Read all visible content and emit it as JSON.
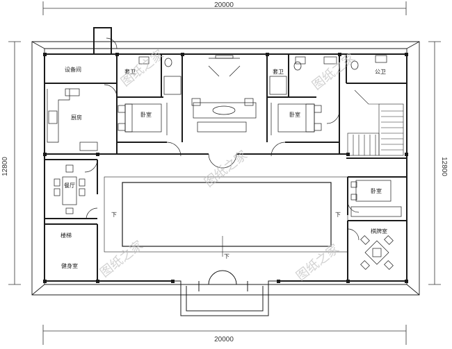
{
  "dimensions": {
    "top_width": "20000",
    "bottom_width": "20000",
    "left_depth": "12800",
    "right_depth": "12800"
  },
  "rooms": {
    "equipment": "设备间",
    "kitchen": "厨房",
    "dining": "餐厅",
    "stairs": "楼梯",
    "fitness": "健身室",
    "toilet_left": "套卫",
    "bedroom_left": "卧室",
    "toilet_right": "套卫",
    "bedroom_right": "卧室",
    "public_toilet": "公卫",
    "bedroom_east": "卧室",
    "chess_room": "棋牌室"
  },
  "markers": {
    "down_left": "下",
    "down_right": "下",
    "down_center": "下"
  },
  "watermark": "图纸之家",
  "colors": {
    "line": "#1a1a1a",
    "watermark": "#bfbfbf",
    "background": "#ffffff"
  }
}
